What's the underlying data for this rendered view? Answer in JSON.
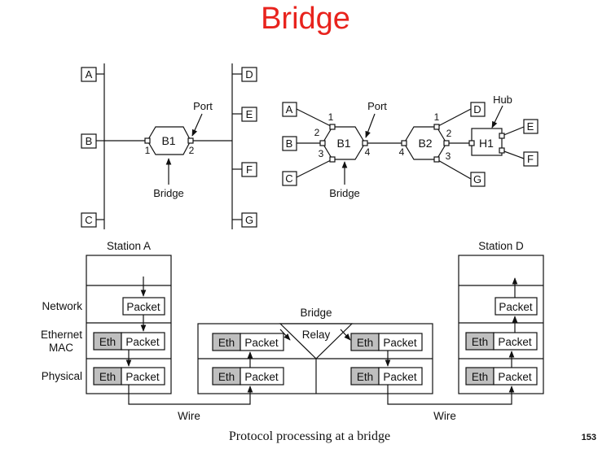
{
  "title": "Bridge",
  "caption": "Protocol processing at a bridge",
  "page_number": "153",
  "left_topology": {
    "stations": [
      "A",
      "B",
      "C",
      "D",
      "E",
      "F",
      "G"
    ],
    "bridge": "B1",
    "ports": [
      "1",
      "2"
    ],
    "port_label": "Port",
    "bridge_label": "Bridge"
  },
  "right_topology": {
    "stations": [
      "A",
      "B",
      "C",
      "D",
      "E",
      "F",
      "G"
    ],
    "bridges": [
      "B1",
      "B2"
    ],
    "hub": "H1",
    "b1_ports": [
      "1",
      "2",
      "3",
      "4"
    ],
    "b2_ports": [
      "1",
      "2",
      "3",
      "4"
    ],
    "port_label": "Port",
    "hub_label": "Hub",
    "bridge_label": "Bridge"
  },
  "protocol": {
    "station_a": "Station A",
    "station_d": "Station D",
    "bridge": "Bridge",
    "relay": "Relay",
    "layers": [
      "Network",
      "Ethernet",
      "MAC",
      "Physical"
    ],
    "eth": "Eth",
    "packet": "Packet",
    "wire": "Wire"
  },
  "colors": {
    "title": "#e8231d",
    "eth_fill": "#bfbfbf"
  }
}
